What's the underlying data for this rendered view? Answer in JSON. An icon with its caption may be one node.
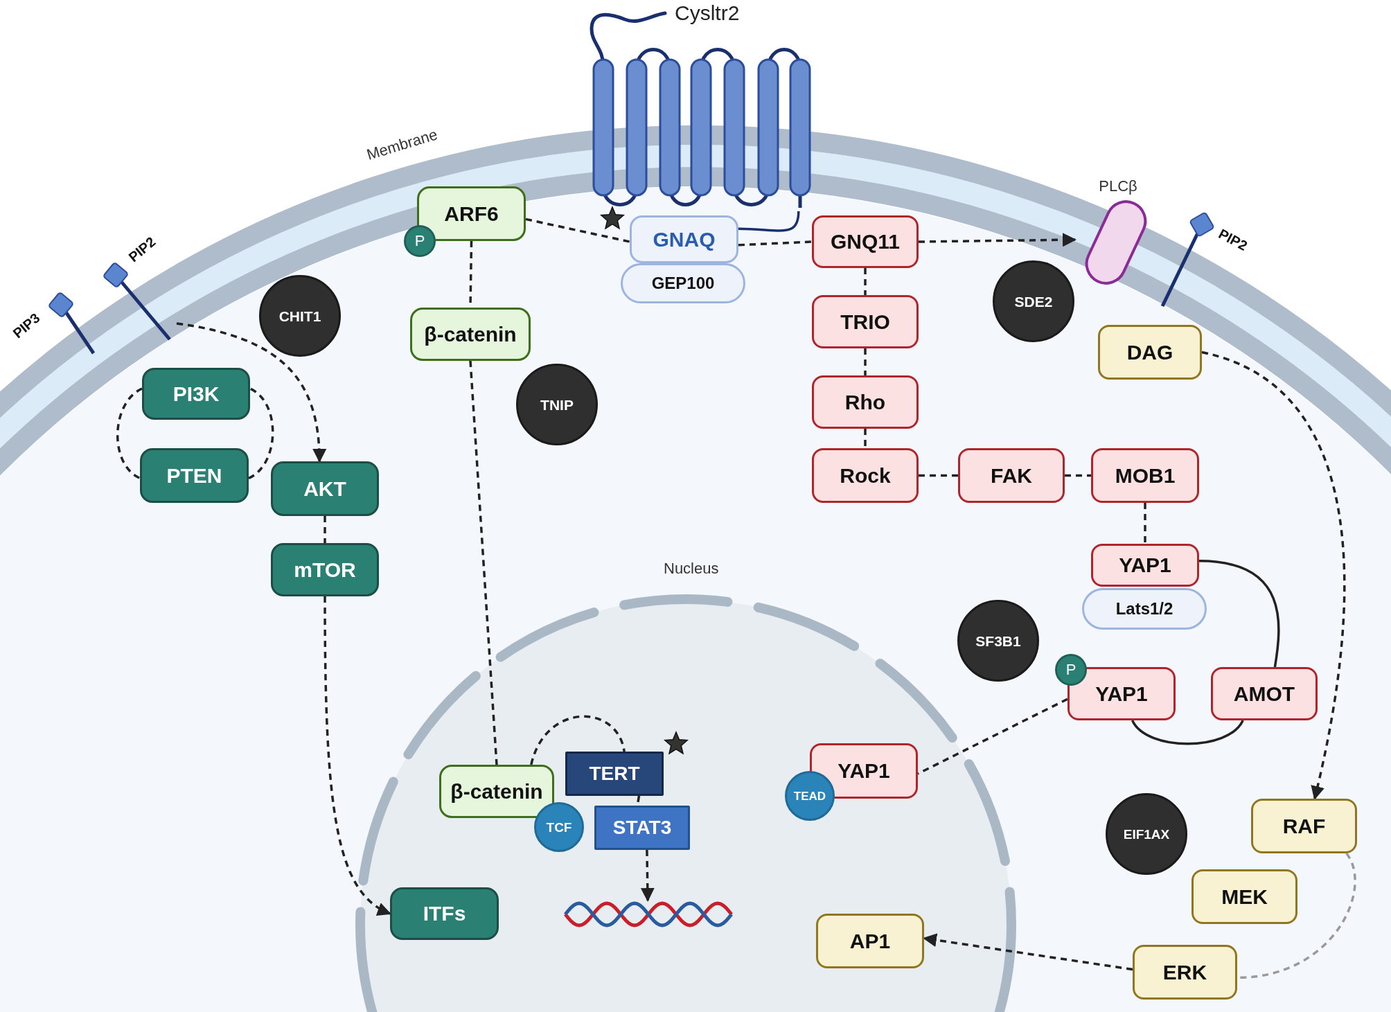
{
  "diagram": {
    "nodes": [
      {
        "text": [
          "Cysltr2"
        ]
      },
      {
        "text": [
          "PIP3"
        ]
      },
      {
        "text": [
          "PIP2"
        ]
      },
      {
        "text": [
          "ARF6"
        ]
      },
      {
        "text": [
          "P"
        ]
      },
      {
        "text": [
          "GNAQ"
        ]
      },
      {
        "text": [
          "GEP100"
        ]
      },
      {
        "text": [
          "GNQ11"
        ]
      },
      {
        "text": [
          "PLCβ"
        ]
      },
      {
        "text": [
          "PIP2"
        ]
      },
      {
        "text": [
          "CHIT1"
        ]
      },
      {
        "text": [
          "SDE2"
        ]
      },
      {
        "text": [
          "β-catenin"
        ]
      },
      {
        "text": [
          "DAG"
        ]
      },
      {
        "text": [
          "TRIO"
        ]
      },
      {
        "text": [
          "PI3K"
        ]
      },
      {
        "text": [
          "TNIP"
        ]
      },
      {
        "text": [
          "Rho"
        ]
      },
      {
        "text": [
          "PTEN"
        ]
      },
      {
        "text": [
          "AKT"
        ]
      },
      {
        "text": [
          "Rock"
        ]
      },
      {
        "text": [
          "FAK"
        ]
      },
      {
        "text": [
          "MOB1"
        ]
      },
      {
        "text": [
          "mTOR"
        ]
      },
      {
        "text": [
          "YAP1"
        ]
      },
      {
        "text": [
          "Lats1/2"
        ]
      },
      {
        "text": [
          "SF3B1"
        ]
      },
      {
        "text": [
          "P"
        ]
      },
      {
        "text": [
          "YAP1"
        ]
      },
      {
        "text": [
          "AMOT"
        ]
      },
      {
        "text": [
          "TERT"
        ]
      },
      {
        "text": [
          "β-catenin"
        ]
      },
      {
        "text": [
          "YAP1"
        ]
      },
      {
        "text": [
          "TEAD"
        ]
      },
      {
        "text": [
          "TCF"
        ]
      },
      {
        "text": [
          "STAT3"
        ]
      },
      {
        "text": [
          "RAF"
        ]
      },
      {
        "text": [
          "EIF1AX"
        ]
      },
      {
        "text": [
          "MEK"
        ]
      },
      {
        "text": [
          "ITFs"
        ]
      },
      {
        "text": [
          "AP1"
        ]
      },
      {
        "text": [
          "ERK"
        ]
      },
      {
        "text": [],
        "shape": "picture"
      }
    ],
    "edges": [
      {
        "from": 2,
        "to": 19,
        "arrow": "to",
        "style": "dashed"
      },
      {
        "from": 15,
        "to": 18,
        "arrow": "none",
        "style": "dashed"
      },
      {
        "from": 18,
        "to": 15,
        "arrow": "none",
        "style": "dashed"
      },
      {
        "from": 19,
        "to": 23,
        "arrow": "none",
        "style": "dashed"
      },
      {
        "from": 23,
        "to": 39,
        "arrow": "to",
        "style": "dashed"
      },
      {
        "from": 3,
        "to": 5,
        "arrow": "none",
        "style": "dashed"
      },
      {
        "from": 3,
        "to": 12,
        "arrow": "none",
        "style": "dashed"
      },
      {
        "from": 12,
        "to": 31,
        "arrow": "none",
        "style": "dashed"
      },
      {
        "from": 31,
        "to": 30,
        "arrow": "none",
        "style": "dashed"
      },
      {
        "from": 30,
        "to": 35,
        "arrow": "none",
        "style": "dashed"
      },
      {
        "from": 35,
        "to": 42,
        "arrow": "to",
        "style": "dashed"
      },
      {
        "from": 0,
        "to": 5,
        "arrow": "none",
        "color": "#1a2f6e"
      },
      {
        "from": 5,
        "to": 7,
        "arrow": "none",
        "style": "dashed"
      },
      {
        "from": 7,
        "to": 8,
        "arrow": "to",
        "style": "dashed"
      },
      {
        "from": 7,
        "to": 14,
        "arrow": "none",
        "style": "dashed"
      },
      {
        "from": 14,
        "to": 17,
        "arrow": "none",
        "style": "dashed"
      },
      {
        "from": 17,
        "to": 20,
        "arrow": "none",
        "style": "dashed"
      },
      {
        "from": 20,
        "to": 21,
        "arrow": "none",
        "style": "dashed"
      },
      {
        "from": 21,
        "to": 22,
        "arrow": "none",
        "style": "dashed"
      },
      {
        "from": 22,
        "to": 24,
        "arrow": "none",
        "style": "dashed"
      },
      {
        "from": 24,
        "to": 29,
        "arrow": "none"
      },
      {
        "from": 29,
        "to": 28,
        "arrow": "none"
      },
      {
        "from": 28,
        "to": 32,
        "arrow": "none",
        "style": "dashed"
      },
      {
        "from": 13,
        "to": 36,
        "arrow": "to",
        "style": "dashed"
      },
      {
        "from": 36,
        "to": 41,
        "arrow": "none",
        "style": "dashed",
        "color": "#9a9a9a"
      },
      {
        "from": 41,
        "to": 40,
        "arrow": "to",
        "style": "dashed"
      }
    ],
    "labels": [
      "Membrane",
      "Nucleus"
    ]
  }
}
